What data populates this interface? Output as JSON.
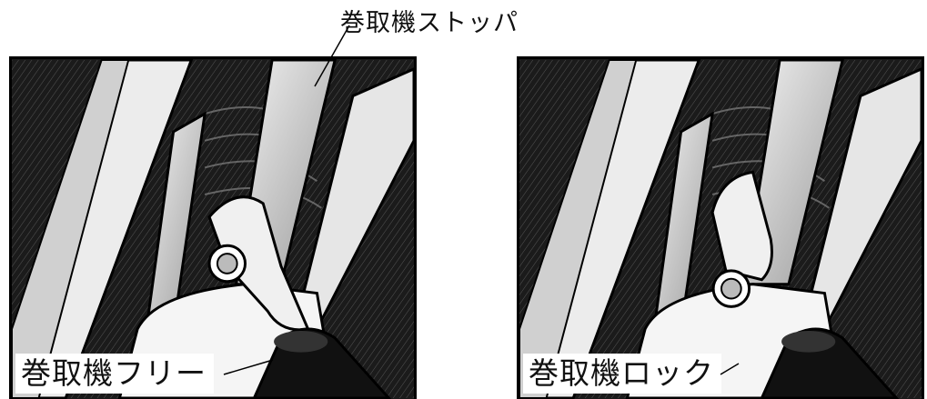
{
  "callout": {
    "text": "巻取機ストッパ"
  },
  "panels": [
    {
      "label": "巻取機フリー"
    },
    {
      "label": "巻取機ロック"
    }
  ]
}
